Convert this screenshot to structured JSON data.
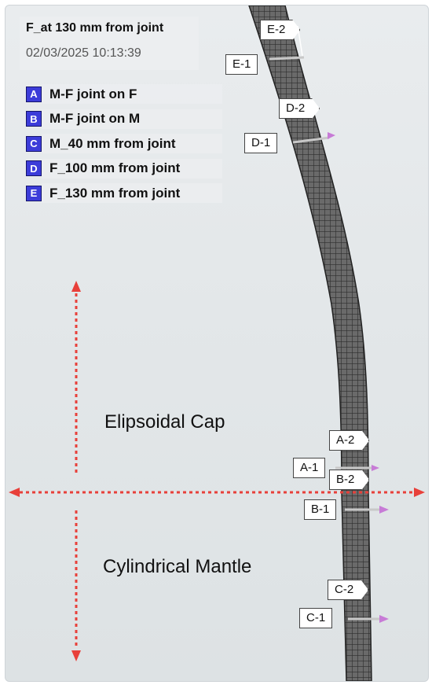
{
  "info": {
    "title": "F_at 130 mm from joint",
    "timestamp": "02/03/2025 10:13:39"
  },
  "legend": [
    {
      "key": "A",
      "label": "M-F joint on F"
    },
    {
      "key": "B",
      "label": "M-F joint on M"
    },
    {
      "key": "C",
      "label": "M_40 mm from joint"
    },
    {
      "key": "D",
      "label": "F_100 mm from joint"
    },
    {
      "key": "E",
      "label": "F_130 mm from joint"
    }
  ],
  "regions": {
    "ellipsoid": "Elipsoidal Cap",
    "cylinder": "Cylindrical Mantle"
  },
  "probe_flags": {
    "e2": "E-2",
    "e1": "E-1",
    "d2": "D-2",
    "d1": "D-1",
    "a2": "A-2",
    "a1": "A-1",
    "b2": "B-2",
    "b1": "B-1",
    "c2": "C-2",
    "c1": "C-1"
  },
  "colors": {
    "legend_key": "#3c3cd9",
    "arrow": "#e8403a",
    "probe_line": "#c8c8c8",
    "probe_arrow": "#c77bd6",
    "mesh": "#4a4a4a"
  }
}
